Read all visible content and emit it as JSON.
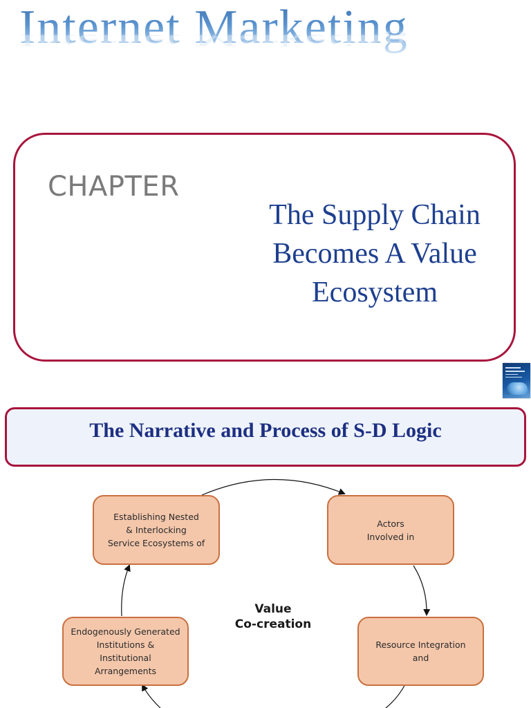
{
  "header": {
    "title": "Internet Marketing"
  },
  "chapter": {
    "label": "CHAPTER",
    "title": "The Supply Chain Becomes A Value Ecosystem"
  },
  "section": {
    "title": "The Narrative and Process of S-D Logic"
  },
  "diagram": {
    "center": "Value\nCo-creation",
    "nodes": {
      "top_left": "Establishing Nested\n& Interlocking\nService Ecosystems of",
      "top_right": "Actors\nInvolved in",
      "bottom_right": "Resource Integration\nand",
      "bottom_left": "Endogenously Generated\nInstitutions &\nInstitutional\nArrangements"
    }
  },
  "colors": {
    "title_blue": "#4a86c6",
    "border_crimson": "#a8143c",
    "chapter_title_blue": "#1d3f8f",
    "section_title_navy": "#1d2f82",
    "node_fill": "#f4c7ab",
    "node_border": "#c9703e"
  }
}
